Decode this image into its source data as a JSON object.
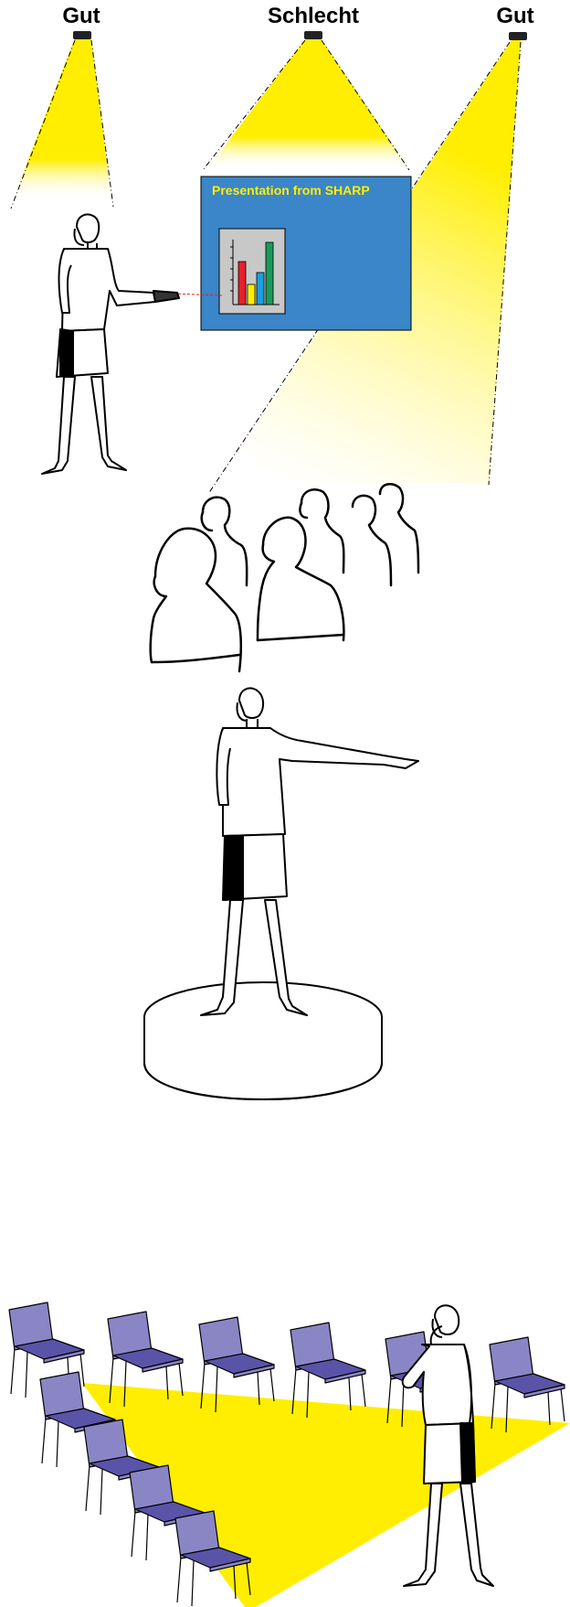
{
  "labels": {
    "left": "Gut",
    "center": "Schlecht",
    "right": "Gut"
  },
  "slide": {
    "title": "Presentation from SHARP"
  },
  "colors": {
    "light": "#ffee00",
    "screen": "#3a86c8",
    "slide_title": "#ffee00",
    "chart_panel": "#c8c8c8",
    "bar_red": "#e8202a",
    "bar_yellow": "#ffee00",
    "bar_blue": "#1aa0e0",
    "bar_green": "#1a9a5a",
    "chair": "#8a86c6",
    "chair_seat": "#5a54a8",
    "ink": "#000000"
  }
}
